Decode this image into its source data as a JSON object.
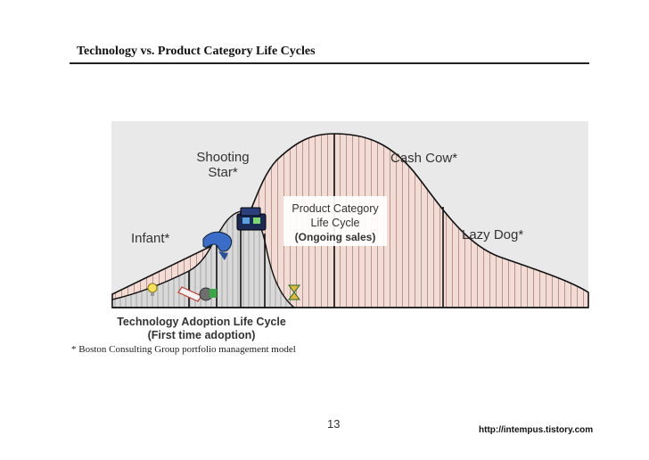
{
  "slide": {
    "title": "Technology vs. Product Category Life Cycles",
    "footnote": "* Boston Consulting Group portfolio management model",
    "page_number": "13",
    "footer_url": "http://intempus.tistory.com"
  },
  "diagram": {
    "stages": {
      "infant": "Infant*",
      "shooting_star_line1": "Shooting",
      "shooting_star_line2": "Star*",
      "cash_cow": "Cash Cow*",
      "lazy_dog": "Lazy Dog*"
    },
    "product_category": {
      "line1": "Product Category",
      "line2": "Life Cycle",
      "line3": "(Ongoing sales)"
    },
    "adoption": {
      "line1": "Technology Adoption Life Cycle",
      "line2": "(First time adoption)"
    },
    "colors": {
      "panel": "#e9e9e9",
      "bell_fill": "#f1dcd6",
      "bell_stripe": "#b98b84",
      "adoption_fill": "#d9d9d9",
      "outline": "#111111"
    }
  }
}
